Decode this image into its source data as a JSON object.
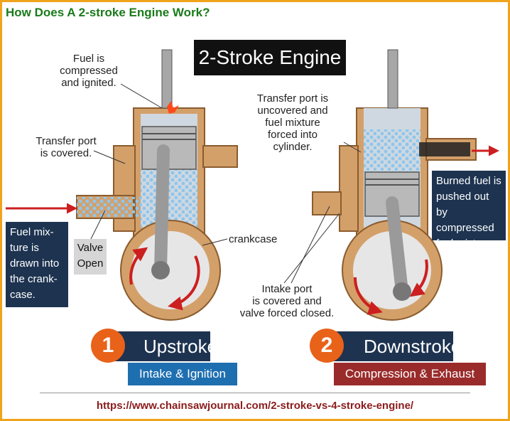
{
  "page_title": "How Does A 2-stroke Engine Work?",
  "banner": "2-Stroke Engine",
  "labels": {
    "fuel_compressed": "Fuel is\ncompressed\nand ignited.",
    "transfer_covered": "Transfer port\nis covered.",
    "transfer_uncovered": "Transfer port is\nuncovered and\nfuel mixture\nforced into\ncylinder.",
    "crankcase": "crankcase",
    "intake_port": "Intake port\nis covered and\nvalve forced closed.",
    "valve_open": "Valve\nOpen",
    "fuel_mixture": "Fuel mix-\nture is\ndrawn into\nthe crank-\ncase.",
    "burned_fuel": "Burned fuel is\npushed out by\ncompressed\nfuel mixture."
  },
  "strokes": [
    {
      "number": "1",
      "name": "Upstroke",
      "subtitle": "Intake & Ignition",
      "subtitle_color": "#1e6fb0"
    },
    {
      "number": "2",
      "name": "Downstroke",
      "subtitle": "Compression & Exhaust",
      "subtitle_color": "#9a2b2b"
    }
  ],
  "url": "https://www.chainsawjournal.com/2-stroke-vs-4-stroke-engine/",
  "colors": {
    "title": "#1a7a1a",
    "accent": "#e8621a",
    "frame": "#f0a31c",
    "engine": "#d4a06a",
    "arrow": "#cc1f1f",
    "fuel_dots": "#8ec6ee"
  }
}
